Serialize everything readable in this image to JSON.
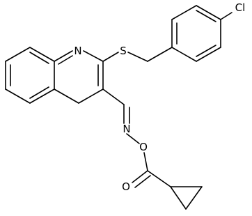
{
  "molecule": {
    "atoms": {
      "nitrogen_ring": "N",
      "sulfur": "S",
      "chlorine": "Cl",
      "nitrogen_oxime": "N",
      "oxygen_ester": "O",
      "oxygen_carbonyl": "O"
    }
  }
}
